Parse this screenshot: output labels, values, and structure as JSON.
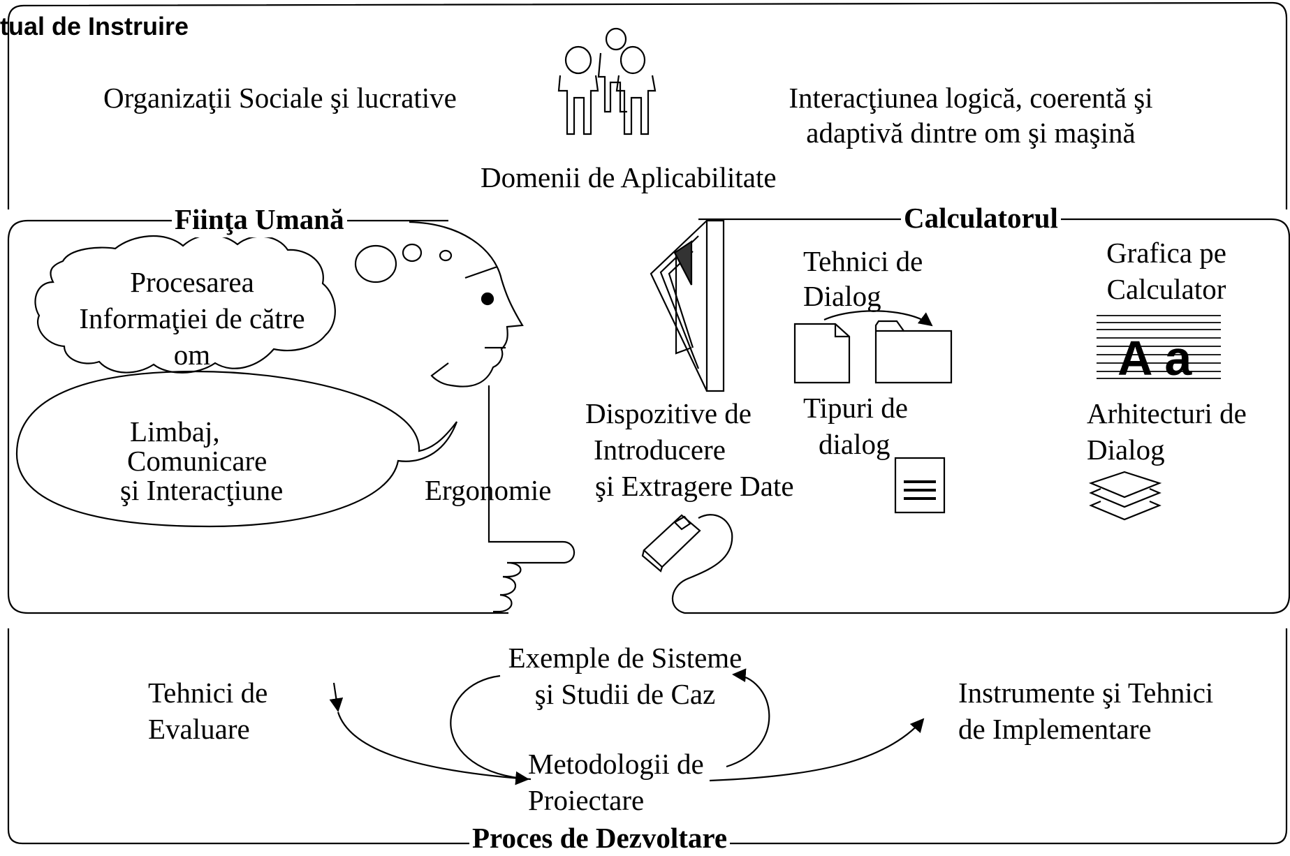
{
  "header": {
    "title": "tual de Instruire"
  },
  "top": {
    "organizations": "Organizaţii Sociale şi lucrative",
    "interaction_line1": "Interacţiunea logică, coerentă şi",
    "interaction_line2": "adaptivă dintre om şi maşină",
    "domains": "Domenii de Aplicabilitate"
  },
  "human": {
    "title": "Fiinţa Umană",
    "processing_line1": "Procesarea",
    "processing_line2": "Informaţiei de către",
    "processing_line3": "om",
    "language_line1": "Limbaj,",
    "language_line2": "Comunicare",
    "language_line3": "şi Interacţiune",
    "ergonomics": "Ergonomie"
  },
  "computer": {
    "title": "Calculatorul",
    "devices_line1": "Dispozitive de",
    "devices_line2": "Introducere",
    "devices_line3": "şi Extragere Date",
    "dialog_techniques_line1": "Tehnici de",
    "dialog_techniques_line2": "Dialog",
    "dialog_types_line1": "Tipuri de",
    "dialog_types_line2": "dialog",
    "graphics_line1": "Grafica pe",
    "graphics_line2": "Calculator",
    "glyph_sample": "A a",
    "architectures_line1": "Arhitecturi de",
    "architectures_line2": "Dialog"
  },
  "development": {
    "title": "Proces de Dezvoltare",
    "evaluation_line1": "Tehnici de",
    "evaluation_line2": "Evaluare",
    "examples_line1": "Exemple de Sisteme",
    "examples_line2": "şi Studii de Caz",
    "methodologies_line1": "Metodologii de",
    "methodologies_line2": "Proiectare",
    "tools_line1": "Instrumente şi Tehnici",
    "tools_line2": "de Implementare"
  }
}
